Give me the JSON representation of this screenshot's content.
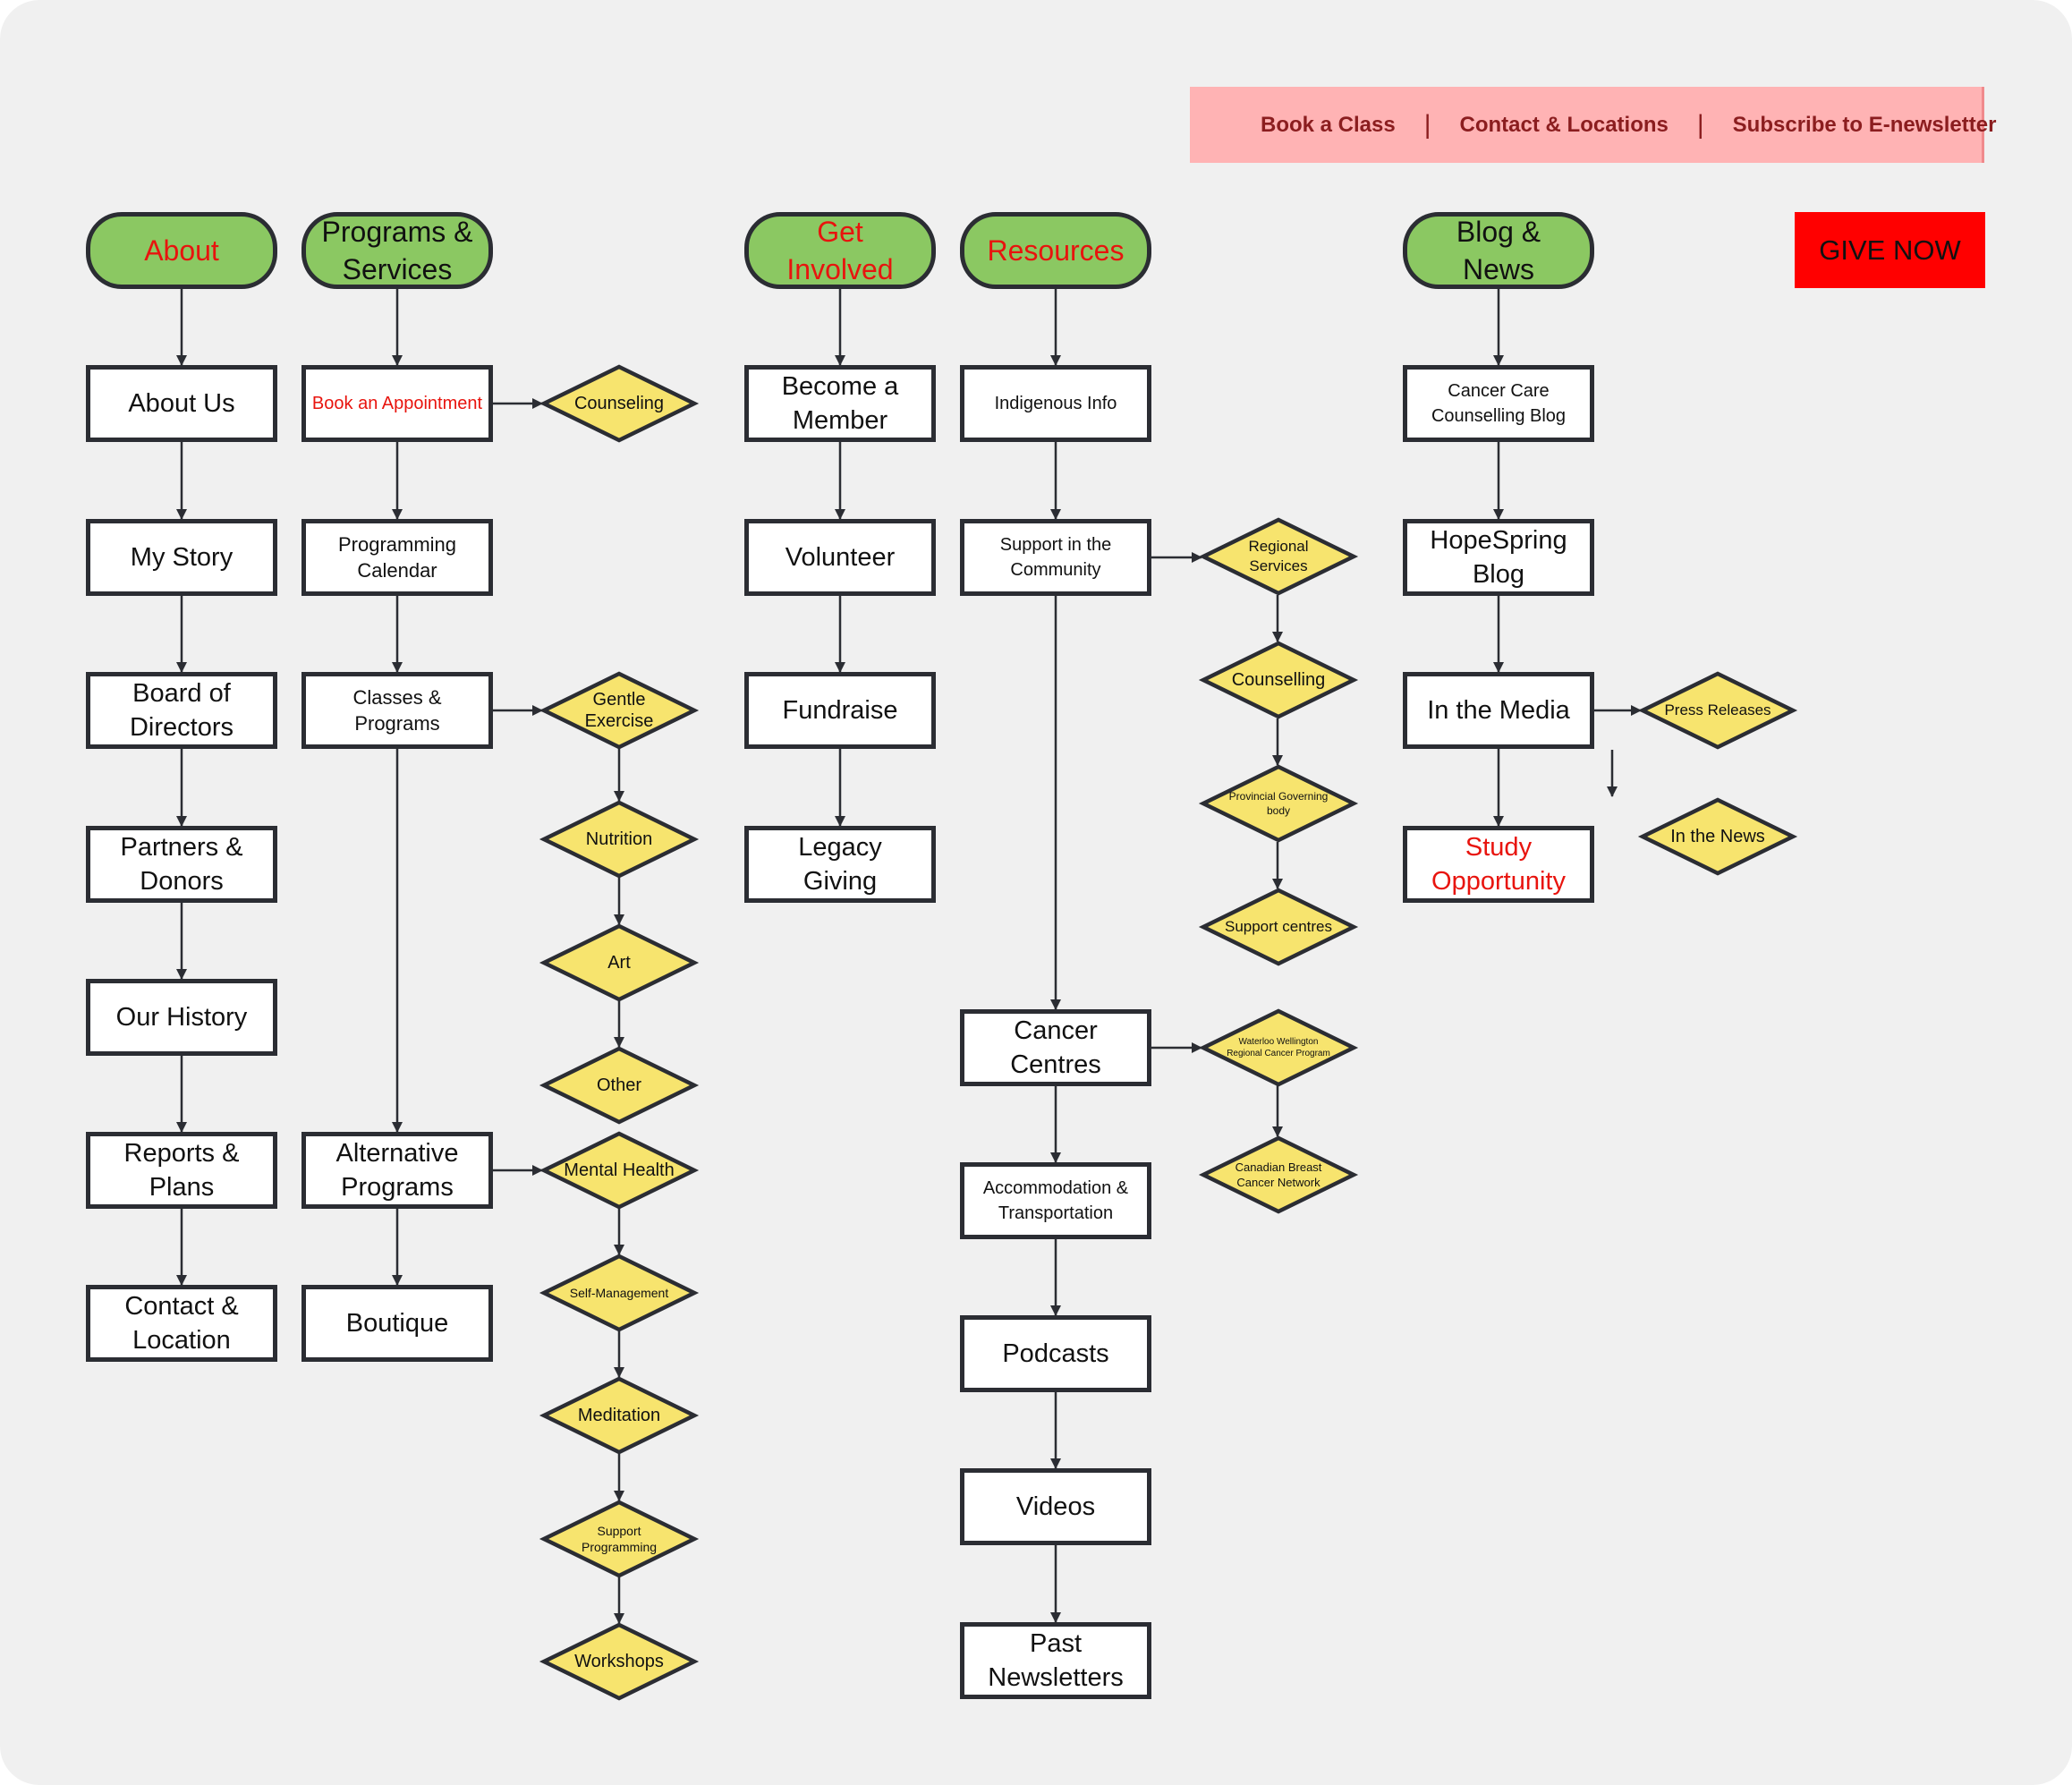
{
  "top_nav": {
    "book_class": "Book a Class",
    "contact": "Contact & Locations",
    "subscribe": "Subscribe to E-newsletter",
    "separator": "|",
    "background_color": "#ffb3b4",
    "text_color": "#8b1d1f"
  },
  "give_now": {
    "label": "GIVE NOW",
    "color": "#ff0000"
  },
  "colors": {
    "category_fill": "#8bc862",
    "page_fill": "#ffffff",
    "branch_fill": "#f7e46e",
    "outline": "#2b2d33",
    "highlight_text": "#e8140e"
  },
  "about": {
    "title": "About",
    "pages": [
      "About Us",
      "My Story",
      "Board of Directors",
      "Partners & Donors",
      "Our History",
      "Reports & Plans",
      "Contact & Location"
    ]
  },
  "programs": {
    "title": "Programs & Services",
    "book_appointment": "Book an Appointment",
    "counseling": "Counseling",
    "calendar": "Programming Calendar",
    "classes": "Classes & Programs",
    "class_types": [
      "Gentle Exercise",
      "Nutrition",
      "Art",
      "Other"
    ],
    "alternative": "Alternative Programs",
    "alternative_types": [
      "Mental Health",
      "Self-Management",
      "Meditation",
      "Support Programming",
      "Workshops"
    ],
    "boutique": "Boutique"
  },
  "get_involved": {
    "title": "Get Involved",
    "pages": [
      "Become a Member",
      "Volunteer",
      "Fundraise",
      "Legacy Giving"
    ]
  },
  "resources": {
    "title": "Resources",
    "indigenous": "Indigenous Info",
    "support_community": "Support in the Community",
    "community_types": [
      "Regional Services",
      "Counselling",
      "Provincial Governing body",
      "Support centres"
    ],
    "cancer_centres": "Cancer Centres",
    "centre_types": [
      "Waterloo Wellington Regional Cancer Program",
      "Canadian Breast Cancer Network"
    ],
    "accommodation": "Accommodation & Transportation",
    "podcasts": "Podcasts",
    "videos": "Videos",
    "newsletters": "Past Newsletters"
  },
  "blog": {
    "title": "Blog & News",
    "counselling_blog": "Cancer Care Counselling Blog",
    "hopespring_blog": "HopeSpring Blog",
    "media": "In the Media",
    "media_types": [
      "Press Releases",
      "In the News"
    ],
    "study": "Study Opportunity"
  }
}
